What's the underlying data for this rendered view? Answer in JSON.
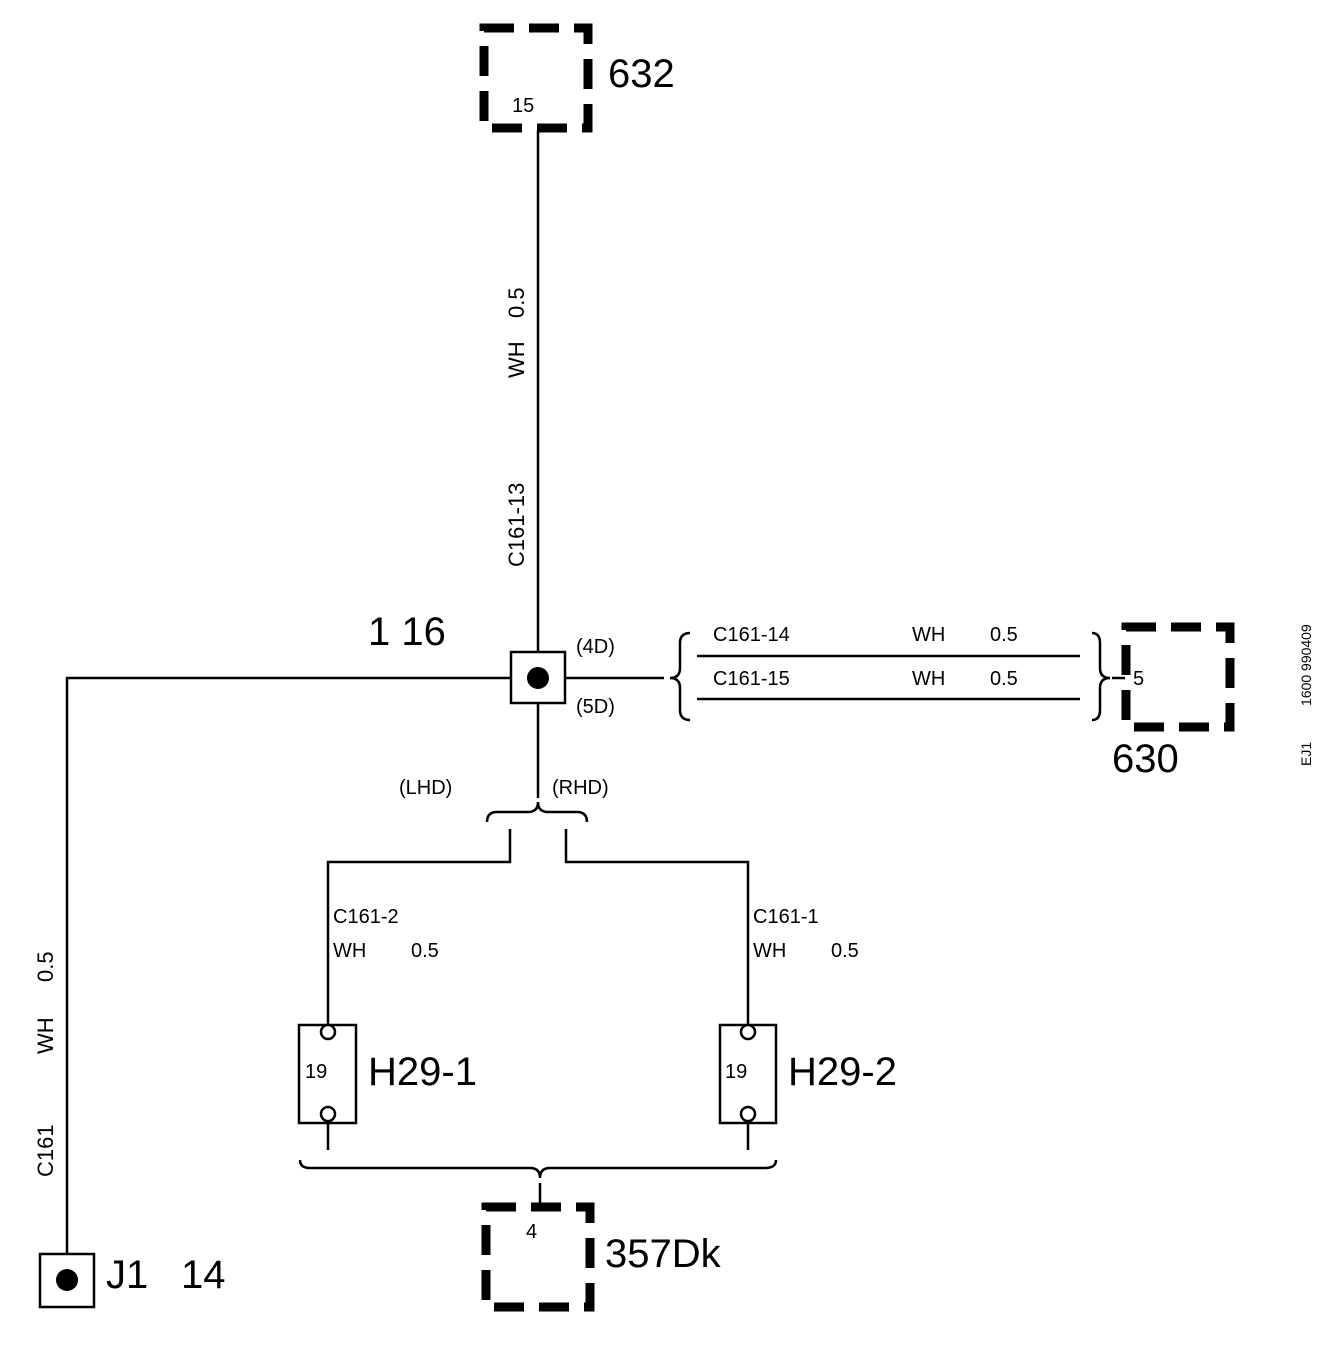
{
  "components": {
    "c632": {
      "pin": "15",
      "label": "632"
    },
    "c630": {
      "pin": "5",
      "label": "630"
    },
    "c357": {
      "pin": "4",
      "label": "357Dk"
    },
    "h29_1": {
      "pin": "19",
      "label": "H29-1"
    },
    "h29_2": {
      "pin": "19",
      "label": "H29-2"
    },
    "j1": {
      "label": "J1",
      "pin": "14"
    }
  },
  "splice": {
    "label": "1 16",
    "upper": "(4D)",
    "lower": "(5D)"
  },
  "variants": {
    "lhd": "(LHD)",
    "rhd": "(RHD)"
  },
  "wires": {
    "top": {
      "connector": "C161-13",
      "color": "WH",
      "size": "0.5"
    },
    "left": {
      "connector": "C161",
      "color": "WH",
      "size": "0.5"
    },
    "right_a": {
      "connector": "C161-14",
      "color": "WH",
      "size": "0.5"
    },
    "right_b": {
      "connector": "C161-15",
      "color": "WH",
      "size": "0.5"
    },
    "lhd": {
      "connector": "C161-2",
      "color": "WH",
      "size": "0.5"
    },
    "rhd": {
      "connector": "C161-1",
      "color": "WH",
      "size": "0.5"
    }
  },
  "side_note": {
    "code": "EJ1",
    "number": "1600 990409"
  },
  "colors": {
    "ink": "#000000",
    "background": "#ffffff"
  }
}
